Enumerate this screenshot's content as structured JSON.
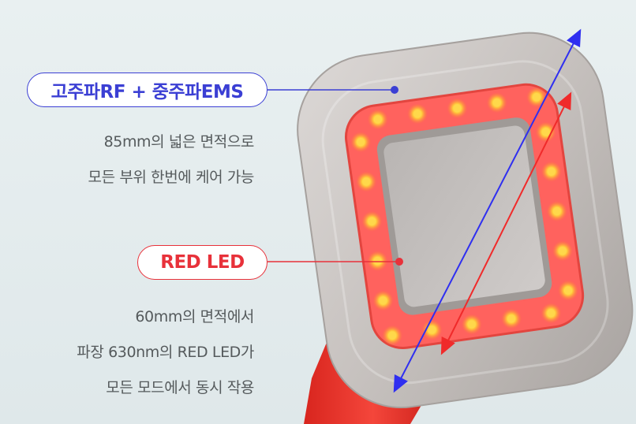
{
  "callouts": {
    "rf": {
      "label": "고주파RF + 중주파EMS",
      "lines": [
        "85mm의 넓은 면적으로",
        "모든 부위 한번에 케어 가능"
      ],
      "color": "#3b3fd4"
    },
    "led": {
      "label": "RED LED",
      "lines": [
        "60mm의 면적에서",
        "파장 630nm의 RED LED가",
        "모든 모드에서 동시 작용"
      ],
      "color": "#e8313a"
    }
  },
  "product": {
    "led_count": 20,
    "led_color": "#ffd84a",
    "ring_color": "#ff5a57",
    "handle_color": "#f23b32",
    "plate_color": "#c7c3c0"
  }
}
